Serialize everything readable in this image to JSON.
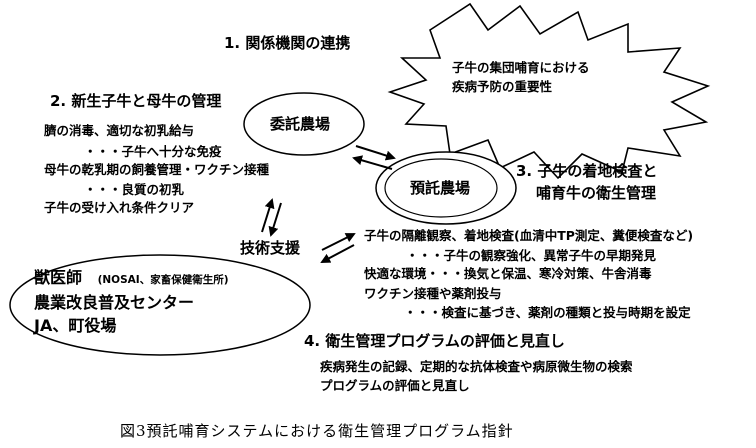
{
  "burst_text": [
    "子牛の集団哺育における",
    "疾病予防の重要性"
  ],
  "sections": {
    "s1": {
      "title": "1. 関係機関の連携"
    },
    "s2": {
      "title": "2. 新生子牛と母牛の管理",
      "lines": [
        "臍の消毒、適切な初乳給与",
        "・・・子牛へ十分な免疫",
        "母牛の乾乳期の飼養管理・ワクチン接種",
        "・・・良質の初乳",
        "子牛の受け入れ条件クリア"
      ]
    },
    "s3": {
      "title_line1": "3. 子牛の着地検査と",
      "title_line2": "哺育牛の衛生管理",
      "lines": [
        "子牛の隔離観察、着地検査(血清中TP測定、糞便検査など)",
        "・・・子牛の観察強化、異常子牛の早期発見",
        "快適な環境・・・換気と保温、寒冷対策、牛舎消毒",
        "ワクチン接種や薬剤投与",
        "・・・検査に基づき、薬剤の種類と投与時期を設定"
      ]
    },
    "s4": {
      "title": "4. 衛生管理プログラムの評価と見直し",
      "lines": [
        "疾病発生の記録、定期的な抗体検査や病原微生物の検索",
        "プログラムの評価と見直し"
      ]
    }
  },
  "nodes": {
    "itaku": "委託農場",
    "yotaku": "預託農場",
    "gijutsu": "技術支援"
  },
  "vet": {
    "main": "獣医師",
    "sub": "(NOSAI、家畜保健衛生所)",
    "line2": "農業改良普及センター",
    "line3": "JA、町役場"
  },
  "caption": "図3預託哺育システムにおける衛生管理プログラム指針"
}
